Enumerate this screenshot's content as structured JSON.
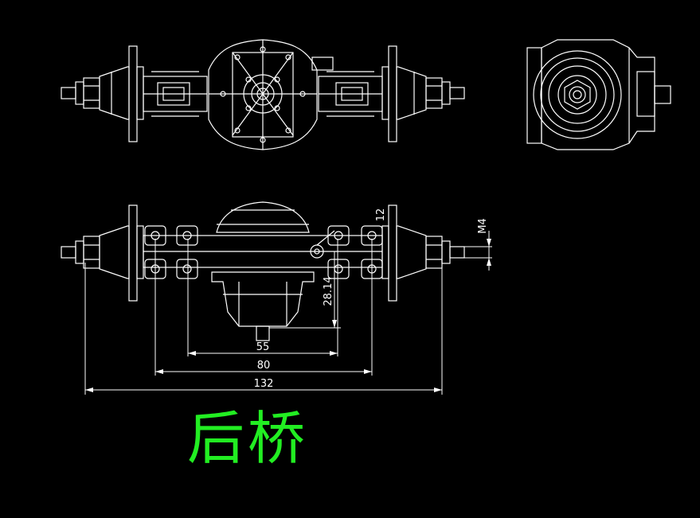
{
  "title": "后桥",
  "dimensions": {
    "d55": "55",
    "d80": "80",
    "d132": "132",
    "d12": "12",
    "d28": "28.14",
    "m4": "M4"
  },
  "colors": {
    "background": "#000000",
    "line": "#ffffff",
    "title": "#22ee22"
  }
}
